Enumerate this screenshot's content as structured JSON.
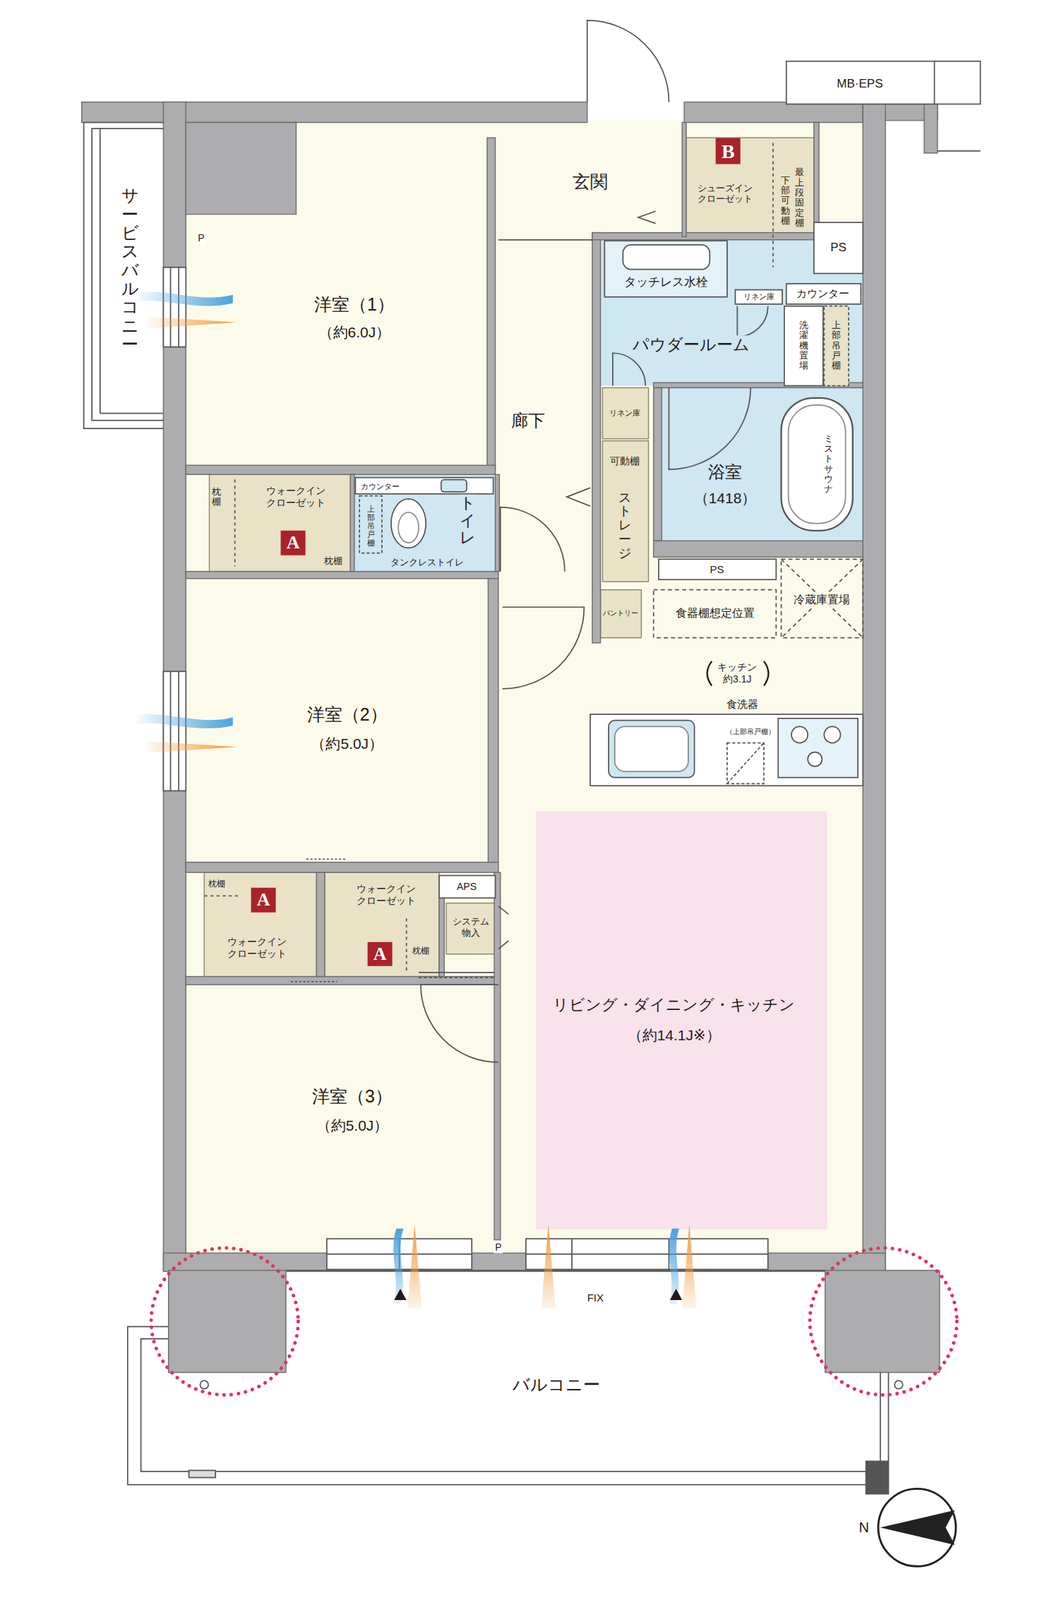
{
  "diagram": {
    "nodes": [
      {
        "text": [
          "MB·EPS"
        ]
      },
      {
        "text": [
          "サービスバルコニー"
        ]
      },
      {
        "text": [
          "洋室（1）",
          "（約6.0J）"
        ]
      },
      {
        "text": [
          "玄関"
        ]
      },
      {
        "text": [
          "B",
          "シューズイン クローゼット",
          "最上段固定棚",
          "下部可動棚"
        ]
      },
      {
        "text": [
          "PS"
        ]
      },
      {
        "text": [
          "廊下"
        ]
      },
      {
        "text": [
          "パウダールーム"
        ]
      },
      {
        "text": [
          "タッチレス水栓"
        ],
        "in": 7
      },
      {
        "text": [
          "リネン庫"
        ],
        "in": 7
      },
      {
        "text": [
          "カウンター"
        ],
        "in": 7
      },
      {
        "text": [
          "洗濯機置場"
        ],
        "in": 7
      },
      {
        "text": [
          "上部吊戸棚"
        ],
        "in": 7
      },
      {
        "text": [
          "リネン庫"
        ]
      },
      {
        "text": [
          "浴室",
          "（1418）"
        ]
      },
      {
        "text": [
          "ミストサウナ"
        ],
        "in": 14
      },
      {
        "text": [
          "枕棚",
          "ウォークイン クローゼット",
          "A",
          "枕棚"
        ]
      },
      {
        "text": [
          "カウンター",
          "上部吊戸棚",
          "トイレ",
          "タンクレストイレ"
        ]
      },
      {
        "text": [
          "可動棚",
          "ストレージ"
        ]
      },
      {
        "text": [
          "PS"
        ]
      },
      {
        "text": [
          "パントリー"
        ]
      },
      {
        "text": [
          "食器棚想定位置"
        ]
      },
      {
        "text": [
          "冷蔵庫置場"
        ]
      },
      {
        "text": [
          "洋室（2）",
          "（約5.0J）"
        ]
      },
      {
        "text": [
          "キッチン 約3.1J"
        ]
      },
      {
        "text": [
          "食洗器",
          "（上部吊戸棚）"
        ]
      },
      {
        "text": [
          "枕棚",
          "A",
          "ウォークイン クローゼット"
        ]
      },
      {
        "text": [
          "ウォークイン クローゼット",
          "A",
          "枕棚"
        ]
      },
      {
        "text": [
          "APS"
        ]
      },
      {
        "text": [
          "システム 物入"
        ]
      },
      {
        "text": [
          "リビング・ダイニング・キッチン",
          "（約14.1J※）"
        ]
      },
      {
        "text": [
          "洋室（3）",
          "（約5.0J）"
        ]
      },
      {
        "text": [
          "バルコニー"
        ]
      }
    ],
    "labels": [
      "P",
      "P",
      "FIX",
      "N"
    ]
  }
}
